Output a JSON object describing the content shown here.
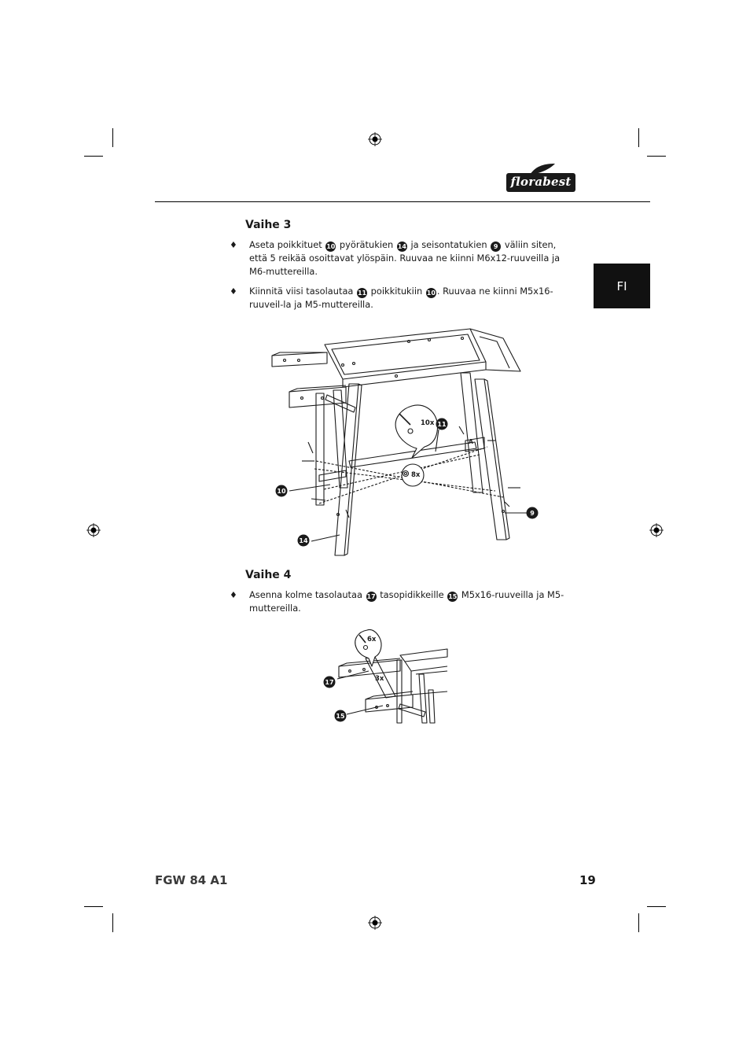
{
  "brand": {
    "logo_text": "florabest"
  },
  "language_tab": "FI",
  "step3": {
    "heading": "Vaihe 3",
    "bullet_symbol": "♦",
    "items": [
      {
        "parts": [
          "Aseta poikkituet ",
          " pyörätukien ",
          " ja seisontatukien ",
          " väliin siten, että 5 reikää osoittavat ylöspäin. Ruuvaa ne kiinni M6x12-ruuveilla ja M6-muttereilla."
        ],
        "refs": [
          "10",
          "14",
          "9"
        ]
      },
      {
        "parts": [
          "Kiinnitä viisi tasolautaa ",
          " poikkitukiin ",
          ". Ruuvaa ne kiinni M5x16-ruuveil-la ja M5-muttereilla."
        ],
        "refs": [
          "11",
          "10"
        ]
      }
    ],
    "figure": {
      "bubble_top": "10x",
      "bubble_bottom": "8x",
      "callouts": [
        "11",
        "10",
        "9",
        "14"
      ],
      "marker_letter": "A"
    }
  },
  "step4": {
    "heading": "Vaihe 4",
    "bullet_symbol": "♦",
    "items": [
      {
        "parts": [
          "Asenna kolme tasolautaa ",
          " tasopidikkeille ",
          " M5x16-ruuveilla ja M5-muttereilla."
        ],
        "refs": [
          "17",
          "15"
        ]
      }
    ],
    "figure": {
      "bubble_top": "6x",
      "count_label": "3x",
      "callouts": [
        "17",
        "15"
      ]
    }
  },
  "footer": {
    "model": "FGW 84 A1",
    "page_number": "19"
  }
}
